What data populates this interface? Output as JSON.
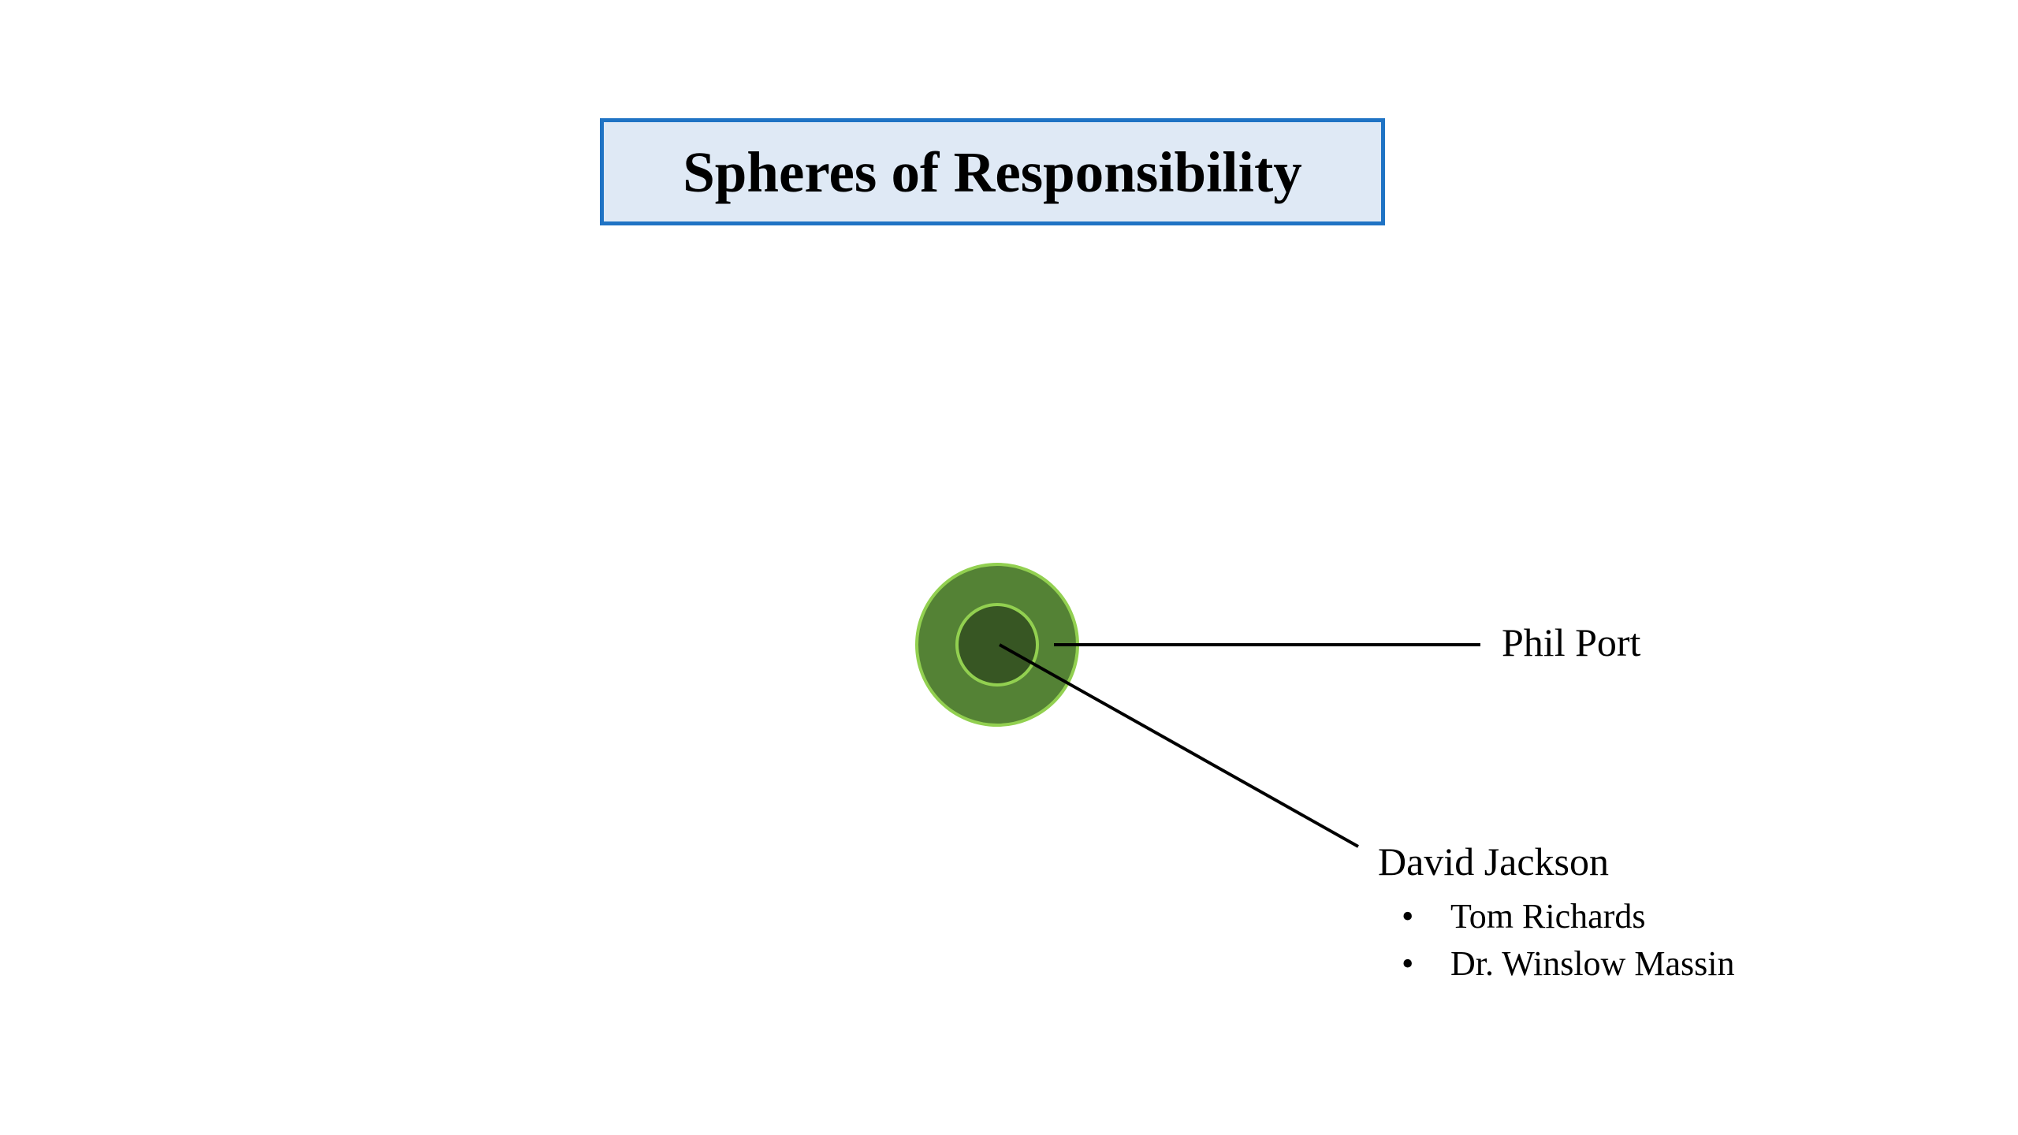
{
  "title": "Spheres of Responsibility",
  "colors": {
    "title_border": "#1f73c4",
    "title_fill": "#dfe9f5",
    "outer_circle": "#548235",
    "inner_circle": "#375623",
    "circle_outline": "#92d050",
    "connector": "#000000"
  },
  "spheres": {
    "outer": {
      "label": "Phil Port"
    },
    "inner": {
      "label": "David Jackson",
      "members": [
        "Tom Richards",
        "Dr. Winslow Massin"
      ]
    }
  }
}
